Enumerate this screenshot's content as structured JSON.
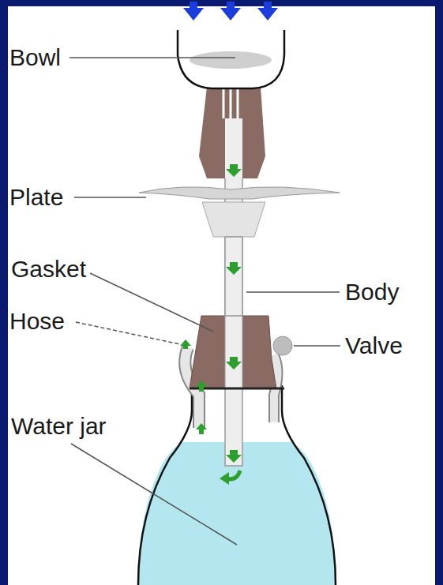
{
  "diagram": {
    "labels": [
      "Bowl",
      "Plate",
      "Gasket",
      "Body",
      "Hose",
      "Valve",
      "Water jar"
    ]
  }
}
